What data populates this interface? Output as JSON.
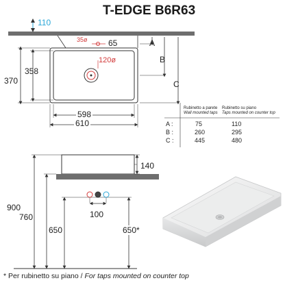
{
  "title": "T-EDGE B6R63",
  "top_view": {
    "dim_110": "110",
    "dim_35": "35",
    "dim_35_unit": "ø",
    "dim_65": "65",
    "dim_120": "120",
    "dim_120_unit": "ø",
    "dim_358": "358",
    "dim_370": "370",
    "dim_598": "598",
    "dim_610": "610",
    "label_a": "A",
    "label_b": "B",
    "label_c": "C"
  },
  "table": {
    "col1_head": "Rubinetto a parete",
    "col1_sub": "Wall mounted taps",
    "col2_head": "Rubinetto su piano",
    "col2_sub": "Taps mounted on counter top",
    "rows": [
      {
        "label": "A :",
        "wall": "75",
        "counter": "110"
      },
      {
        "label": "B :",
        "wall": "260",
        "counter": "295"
      },
      {
        "label": "C :",
        "wall": "445",
        "counter": "480"
      }
    ]
  },
  "side_view": {
    "dim_140": "140",
    "dim_900": "900",
    "dim_760": "760",
    "dim_650": "650",
    "dim_650s": "650*",
    "dim_100": "100"
  },
  "footnote": {
    "it": "* Per rubinetto su piano / ",
    "en": "For taps mounted on counter top"
  },
  "colors": {
    "counter": "#6e6e6e",
    "accent_cyan": "#2aa7d8",
    "accent_red": "#d23a3a",
    "line": "#333333"
  }
}
